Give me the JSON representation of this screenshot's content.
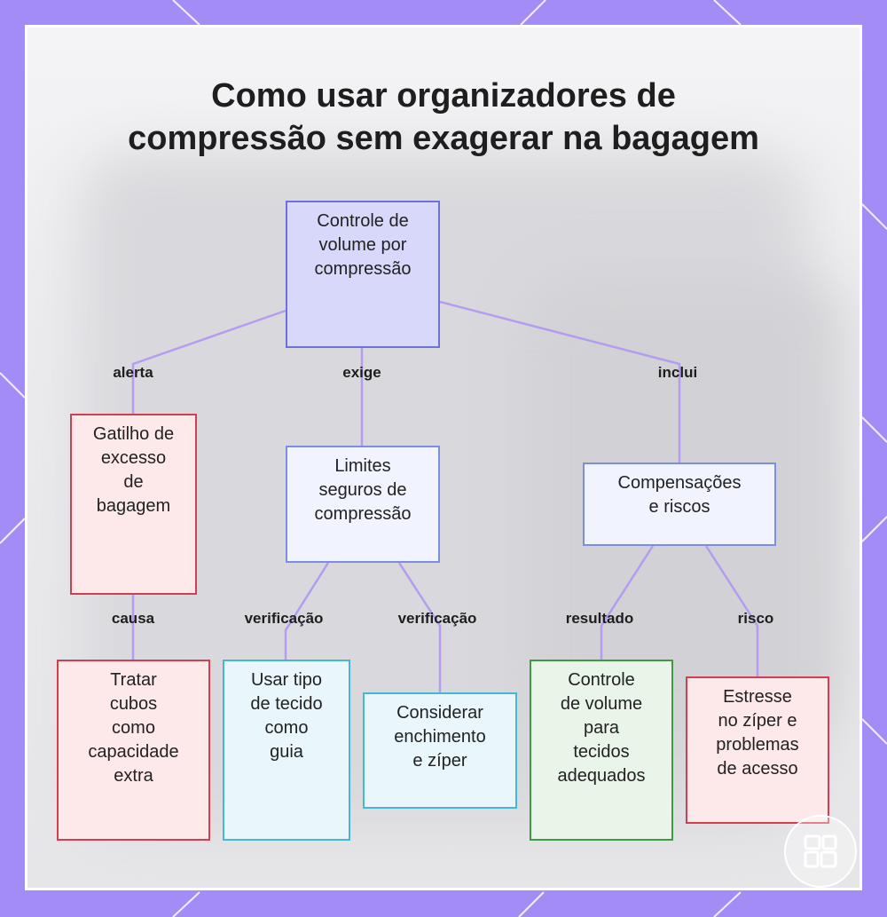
{
  "title": {
    "line1": "Como usar organizadores de",
    "line2": "compressão sem exagerar na bagagem"
  },
  "nodes": {
    "root": [
      "Controle de",
      "volume por",
      "compressão"
    ],
    "trigger": [
      "Gatilho de",
      "excesso",
      "de",
      "bagagem"
    ],
    "limits": [
      "Limites",
      "seguros de",
      "compressão"
    ],
    "tradeoffs": [
      "Compensações",
      "e riscos"
    ],
    "treat": [
      "Tratar",
      "cubos",
      "como",
      "capacidade",
      "extra"
    ],
    "fabric": [
      "Usar tipo",
      "de tecido",
      "como",
      "guia"
    ],
    "fill": [
      "Considerar",
      "enchimento",
      "e zíper"
    ],
    "control": [
      "Controle",
      "de volume",
      "para",
      "tecidos",
      "adequados"
    ],
    "stress": [
      "Estresse",
      "no zíper e",
      "problemas",
      "de acesso"
    ]
  },
  "edges": {
    "alerta": "alerta",
    "exige": "exige",
    "inclui": "inclui",
    "causa": "causa",
    "verificacao_1": "verificação",
    "verificacao_2": "verificação",
    "resultado": "resultado",
    "risco": "risco"
  },
  "colors": {
    "frame": "#a48cf7",
    "connector": "#b49cf0",
    "root_fill": "#d8d8fa",
    "red_border": "#d2404f",
    "cyan_border": "#46b5d6",
    "green_border": "#3f9a45"
  },
  "icons": {
    "corner_badge": "document-grid-icon"
  }
}
